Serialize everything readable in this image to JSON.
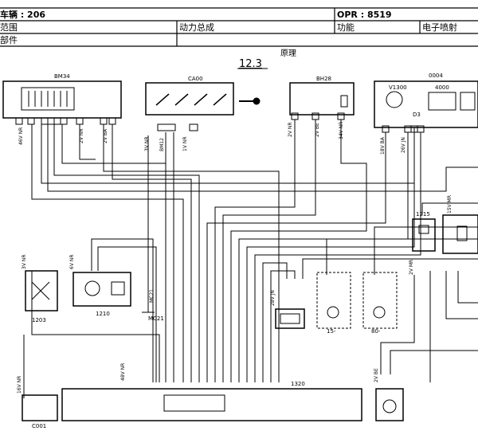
{
  "header": {
    "vehicle": "车辆 : 206",
    "opr": "OPR : 8519",
    "scope_label": "范围",
    "scope_value": "动力总成",
    "function_label": "功能",
    "function_value": "电子喷射",
    "parts_label": "部件"
  },
  "diagram": {
    "section_title": "原理",
    "page_code": "12.3",
    "components": {
      "bm34": "BM34",
      "ca00": "CA00",
      "bh28": "BH28",
      "c0004": "0004",
      "v1300": "V1300",
      "c4000": "4000",
      "d3": "D3",
      "c1215": "1215",
      "c1203": "1203",
      "c1210": "1210",
      "mc21": "MC21",
      "c1320": "1320",
      "c001": "C001",
      "mc21b": "MC21"
    },
    "wire_labels": {
      "bm34_a": "46V NR",
      "bm34_b": "2V NR",
      "bm34_c": "2V BA",
      "ca00_a": "3V NR",
      "ca00_b": "1V NR",
      "bm12": "BM12",
      "bh28_a": "2V NR",
      "bh28_b": "2V BE",
      "bh28_c": "34V NR",
      "c0004_a": "18V BA",
      "c0004_b": "26V JN",
      "w1203": "3V NR",
      "w1210": "6V NR",
      "w1215": "2V MR",
      "w1320": "48V NR",
      "w1320b": "28V JN",
      "wr1": "15V MR",
      "c001_w": "16V NR",
      "gauge_w": "2V BE"
    },
    "fan_labels": {
      "fan15": "15-",
      "fan80": "80-"
    }
  }
}
